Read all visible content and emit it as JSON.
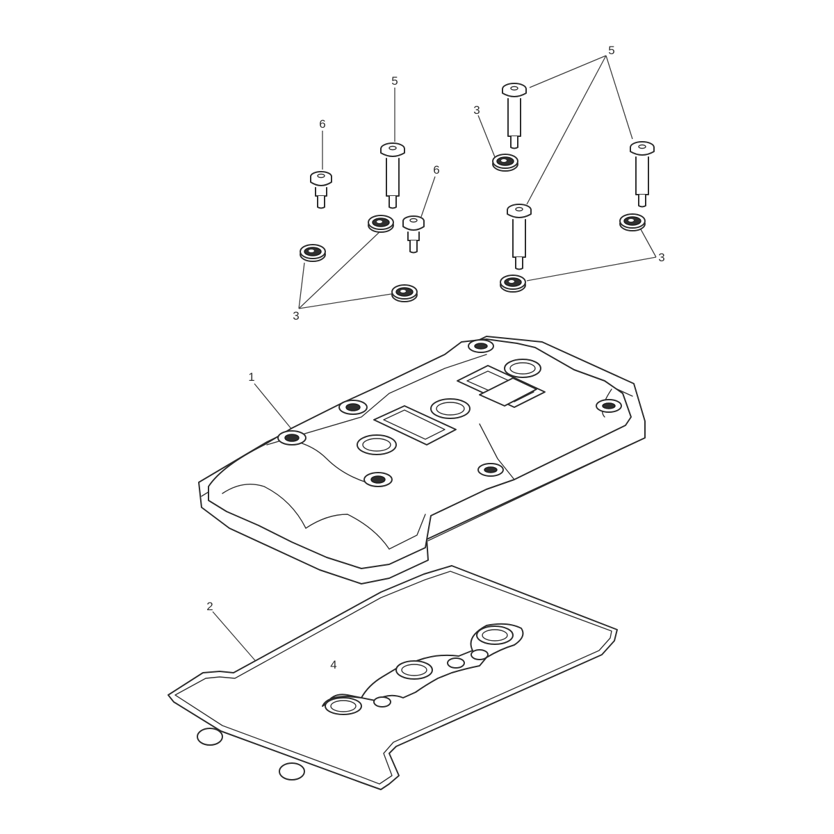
{
  "callouts": {
    "c1": "1",
    "c2": "2",
    "c3a": "3",
    "c3b": "3",
    "c3c": "3",
    "c4": "4",
    "c5a": "5",
    "c5b": "5",
    "c6a": "6",
    "c6b": "6"
  }
}
